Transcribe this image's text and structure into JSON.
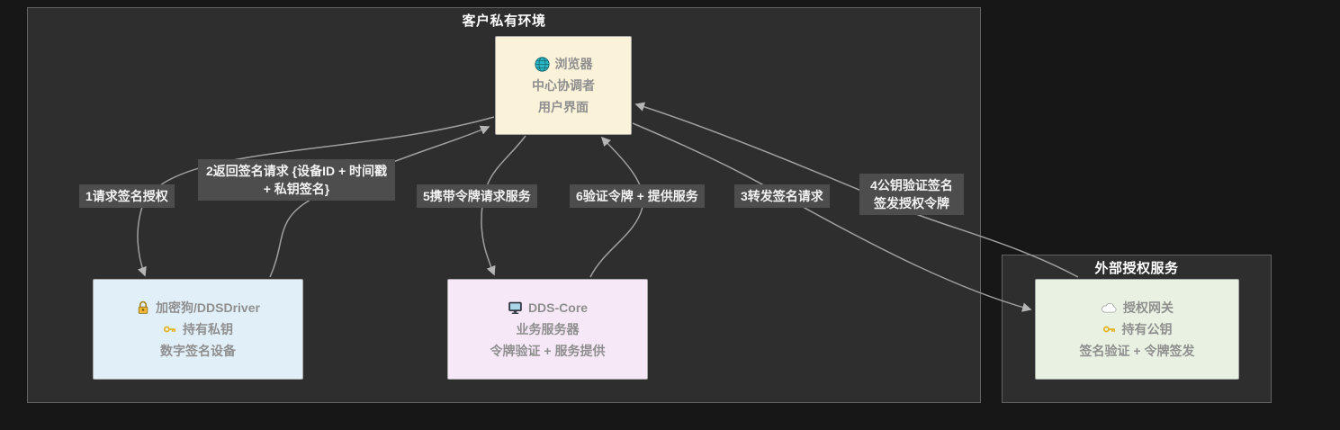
{
  "client_env": {
    "title": "客户私有环境"
  },
  "external_service": {
    "title": "外部授权服务"
  },
  "nodes": {
    "browser": {
      "icon": "globe-icon",
      "line1": "浏览器",
      "line2": "中心协调者",
      "line3": "用户界面"
    },
    "dongle": {
      "icon1": "lock-icon",
      "icon2": "key-icon",
      "line1": "加密狗/DDSDriver",
      "line2": "持有私钥",
      "line3": "数字签名设备"
    },
    "dds_core": {
      "icon": "monitor-icon",
      "line1": "DDS-Core",
      "line2": "业务服务器",
      "line3": "令牌验证 + 服务提供"
    },
    "gateway": {
      "icon1": "cloud-icon",
      "icon2": "key-icon",
      "line1": "授权网关",
      "line2": "持有公钥",
      "line3": "签名验证 + 令牌签发"
    }
  },
  "edges": {
    "e1": {
      "label": "1请求签名授权",
      "from": "browser",
      "to": "dongle"
    },
    "e2": {
      "label_line1": "2返回签名请求",
      "label_line2": "{设备ID + 时间戳 + 私钥签名}",
      "from": "dongle",
      "to": "browser"
    },
    "e5": {
      "label": "5携带令牌请求服务",
      "from": "browser",
      "to": "dds_core"
    },
    "e6": {
      "label": "6验证令牌 + 提供服务",
      "from": "dds_core",
      "to": "browser"
    },
    "e3": {
      "label": "3转发签名请求",
      "from": "browser",
      "to": "gateway"
    },
    "e4": {
      "label_line1": "4公钥验证签名",
      "label_line2": "签发授权令牌",
      "from": "gateway",
      "to": "browser"
    }
  },
  "colors": {
    "page_bg": "#171717",
    "container_bg": "#2e2e2e",
    "browser_bg": "#fbf2da",
    "dongle_bg": "#e1f0f8",
    "dds_core_bg": "#f6e8f6",
    "gateway_bg": "#e9f2e2",
    "edge_stroke": "#9f9f9f",
    "edge_label_bg": "#4d4d4d",
    "title_text": "#ffffff"
  }
}
